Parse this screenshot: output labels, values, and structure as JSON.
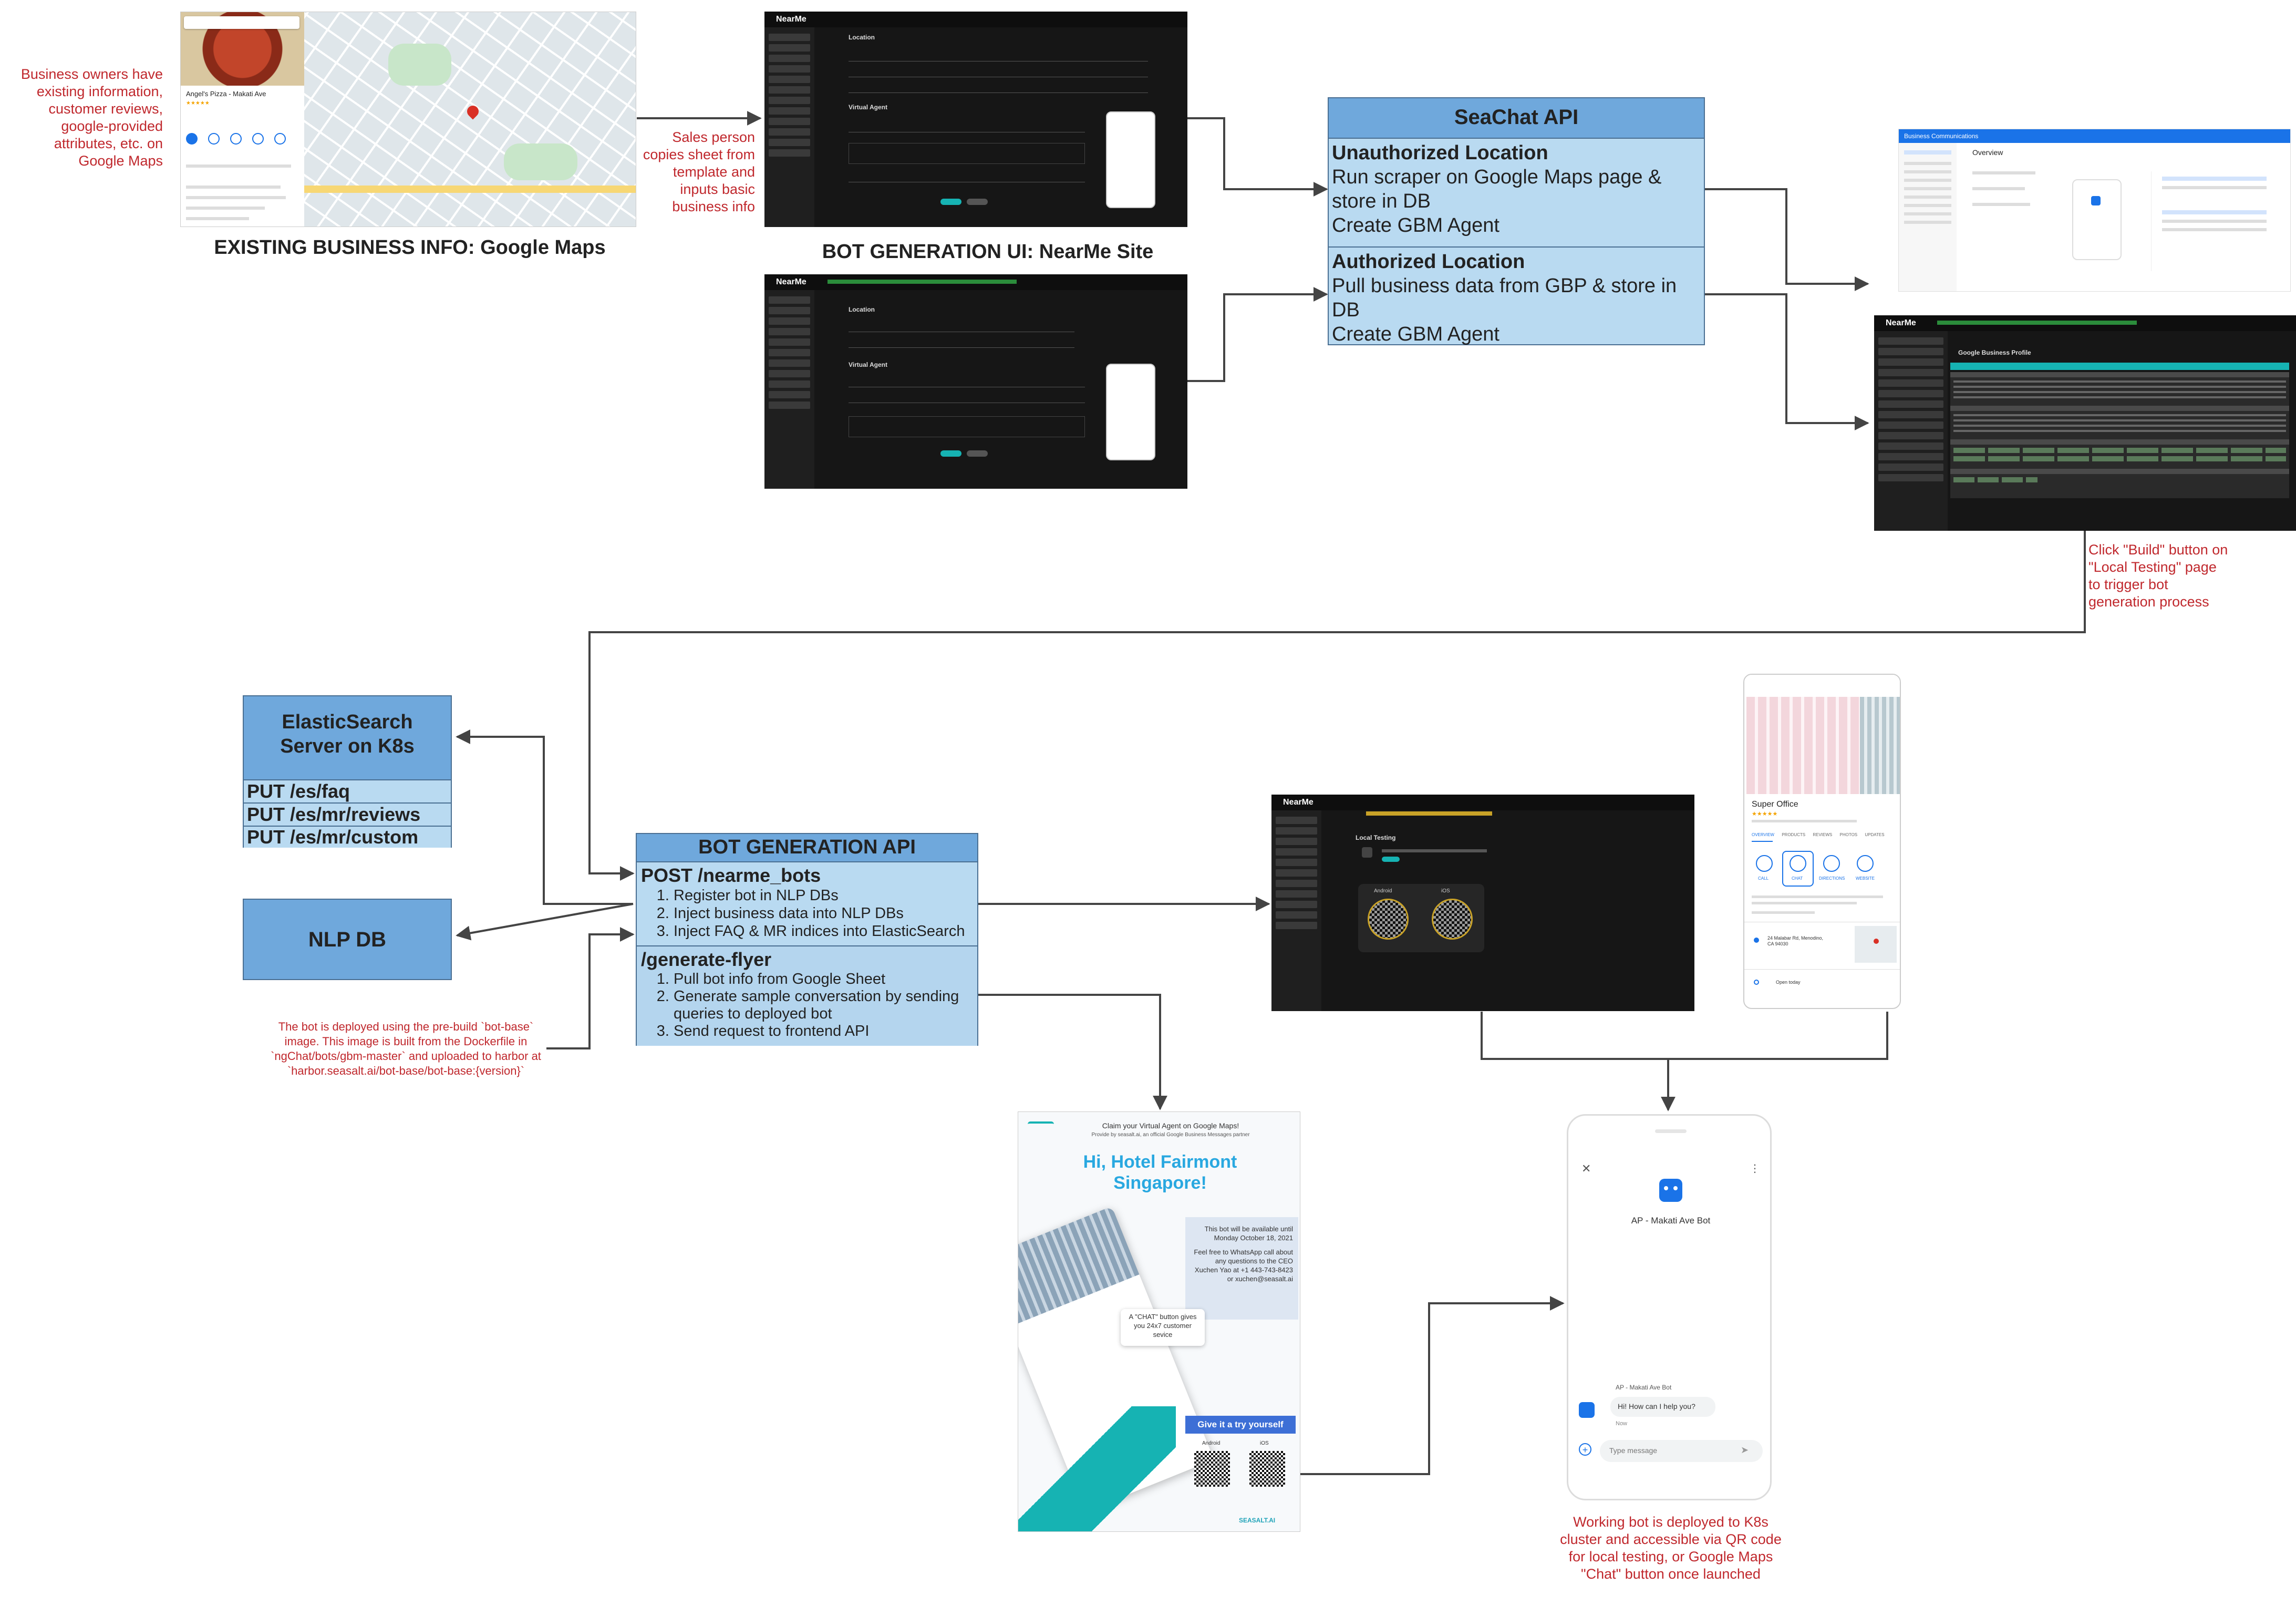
{
  "notes": {
    "business_owners": "Business owners have existing information, customer reviews, google-provided attributes, etc. on Google Maps",
    "sales_person": "Sales person copies sheet from template and inputs basic business info",
    "click_build": "Click \"Build\" button on \"Local Testing\" page to trigger bot generation process",
    "deployed": "The bot is deployed using the pre-build `bot-base` image. This image is built from the Dockerfile in `ngChat/bots/gbm-master` and uploaded to harbor at `harbor.seasalt.ai/bot-base/bot-base:{version}`",
    "working_bot": "Working bot is deployed to K8s cluster and accessible via QR code for local testing, or Google Maps \"Chat\" button once launched"
  },
  "captions": {
    "existing": "EXISTING BUSINESS INFO: Google Maps",
    "bot_gen_ui": "BOT GENERATION UI: NearMe Site"
  },
  "seachat": {
    "title": "SeaChat API",
    "unauth_title": "Unauthorized Location",
    "unauth_lines": [
      "Run scraper on Google Maps page & store in DB",
      "Create GBM Agent"
    ],
    "auth_title": "Authorized Location",
    "auth_lines": [
      "Pull business data from GBP & store in DB",
      "Create GBM Agent"
    ]
  },
  "elastic": {
    "title": "ElasticSearch Server on K8s",
    "rows": [
      "PUT /es/faq",
      "PUT /es/mr/reviews",
      "PUT /es/mr/custom"
    ]
  },
  "nlpdb": {
    "title": "NLP DB"
  },
  "botgen": {
    "title": "BOT GENERATION API",
    "post_title": "POST /nearme_bots",
    "post_items": [
      "Register bot in NLP DBs",
      "Inject business data into NLP DBs",
      "Inject FAQ & MR indices into ElasticSearch"
    ],
    "flyer_title": "/generate-flyer",
    "flyer_items": [
      "Pull bot info from Google Sheet",
      "Generate sample conversation by sending queries to deployed bot",
      "Send request to frontend API"
    ]
  },
  "nearme": {
    "brand": "NearMe",
    "location": "Location",
    "virtual_agent": "Virtual Agent",
    "local_testing": "Local Testing",
    "gbp": "Google Business Profile",
    "android": "Android",
    "ios": "iOS"
  },
  "maps": {
    "place": "Angel's Pizza - Makati Ave"
  },
  "gbm_console": {
    "header": "Business Communications",
    "overview": "Overview"
  },
  "store_phone": {
    "name": "Super Office",
    "tabs": [
      "OVERVIEW",
      "PRODUCTS",
      "REVIEWS",
      "PHOTOS",
      "UPDATES"
    ],
    "actions": [
      "CALL",
      "CHAT",
      "DIRECTIONS",
      "WEBSITE"
    ],
    "address": "24 Malabar Rd, Menodino, CA 94030",
    "open": "Open today"
  },
  "flyer": {
    "claim": "Claim your Virtual Agent on Google Maps!",
    "provided": "Provide by seasalt.ai, an official Google Business Messages partner",
    "greeting_1": "Hi, Hotel Fairmont",
    "greeting_2": "Singapore!",
    "info": "This bot will be available until Monday October 18, 2021",
    "contact": "Feel free to WhatsApp call about any questions to the CEO Xuchen Yao at +1 443-743-8423 or xuchen@seasalt.ai",
    "chat_button": "A \"CHAT\" button gives you 24x7 customer sevice",
    "try": "Give it a try yourself",
    "android": "Android",
    "ios": "iOS",
    "brand": "SEASALT.AI"
  },
  "chat_phone": {
    "bot_name": "AP - Makati Ave Bot",
    "message": "Hi! How can I help you?",
    "time": "Now",
    "placeholder": "Type message"
  },
  "colors": {
    "note_red": "#c0282d",
    "box_head": "#6fa8dc",
    "box_light": "#b9daf1",
    "teal": "#16b3b3"
  }
}
